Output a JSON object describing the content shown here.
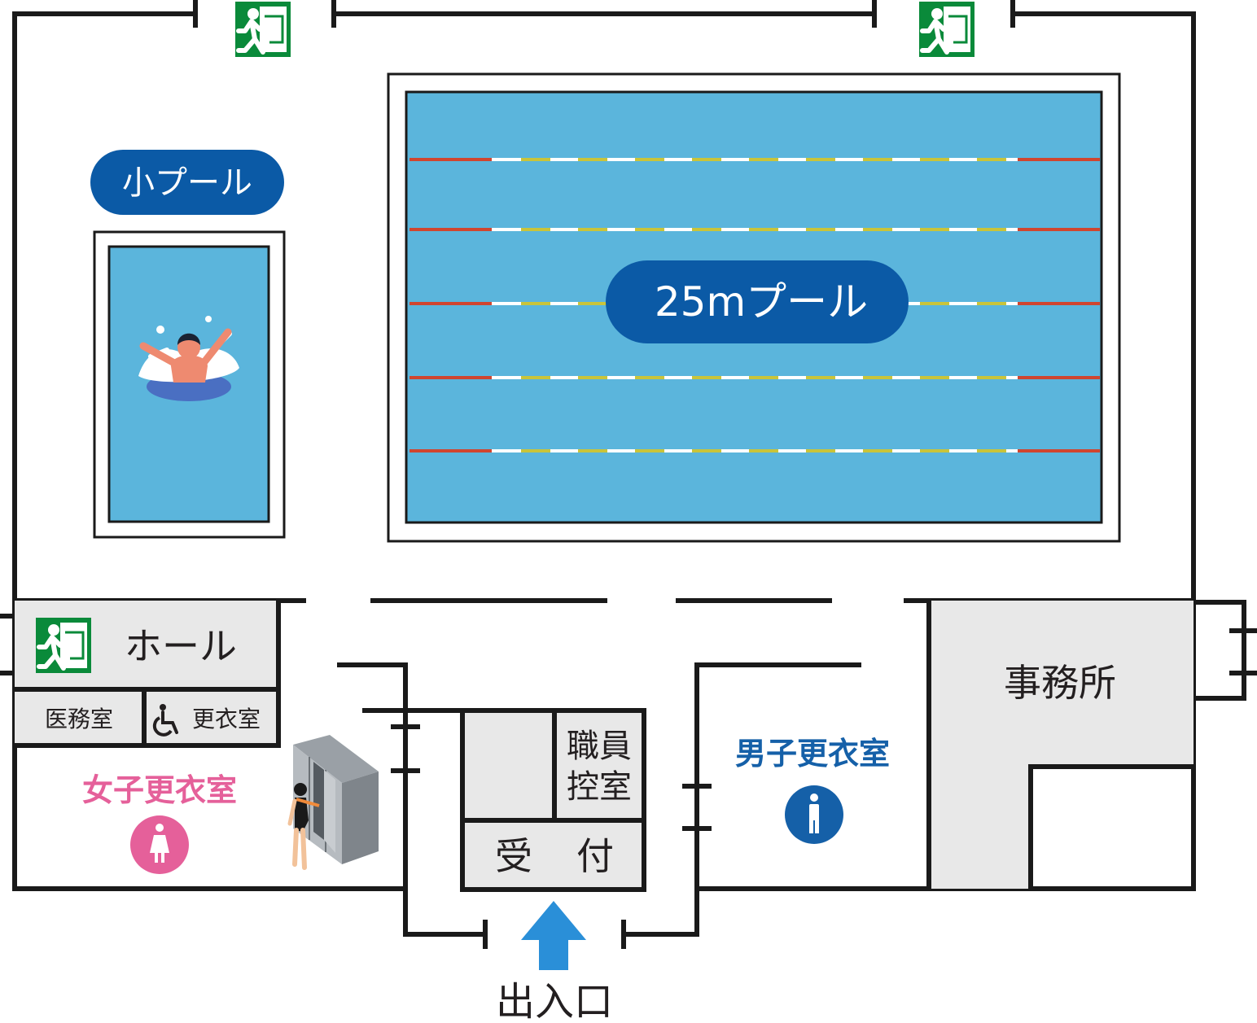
{
  "labels": {
    "small_pool": "小プール",
    "big_pool": "25mプール",
    "hall": "ホール",
    "medical_room": "医務室",
    "accessible_changing": "更衣室",
    "womens_changing": "女子更衣室",
    "mens_changing": "男子更衣室",
    "staff_room_line1": "職員",
    "staff_room_line2": "控室",
    "reception_left": "受",
    "reception_right": "付",
    "office": "事務所",
    "entrance": "出入口"
  },
  "colors": {
    "pool_water": "#5bb5dc",
    "pill_blue": "#0b5aa6",
    "room_gray": "#e8e8e8",
    "exit_green": "#0a8a3a",
    "female_pink": "#e5609a",
    "male_blue": "#1560a8",
    "entrance_arrow": "#2a8fd8"
  },
  "icons": [
    "emergency-exit-icon",
    "wheelchair-icon",
    "female-icon",
    "male-icon",
    "entrance-arrow-icon",
    "swimmer-illustration",
    "locker-illustration"
  ]
}
